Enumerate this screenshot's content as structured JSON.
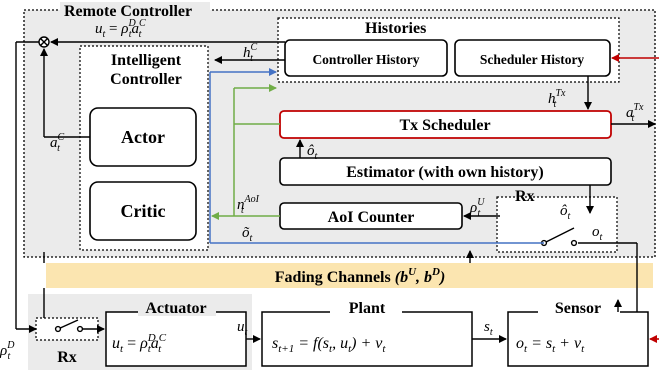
{
  "remote_controller": {
    "title": "Remote Controller"
  },
  "histories": {
    "title": "Histories",
    "controller_history": "Controller History",
    "scheduler_history": "Scheduler History"
  },
  "intelligent_controller": {
    "title_line1": "Intelligent",
    "title_line2": "Controller",
    "actor": "Actor",
    "critic": "Critic"
  },
  "tx_scheduler": "Tx Scheduler",
  "estimator": "Estimator (with own history)",
  "aoi_counter": "AoI Counter",
  "rx_top": "Rx",
  "rx_bottom": "Rx",
  "fading": {
    "label": "Fading Channels",
    "args": "(b",
    "sup_u": "U",
    "sep": ", b",
    "sup_d": "D",
    "close": ")"
  },
  "actuator": {
    "title": "Actuator"
  },
  "plant": {
    "title": "Plant"
  },
  "sensor": {
    "title": "Sensor"
  },
  "signals": {
    "t": "t",
    "u": "u",
    "rho": "ρ",
    "a": "a",
    "h": "h",
    "n": "n",
    "o": "o",
    "o_hat": "ô",
    "o_tilde": "õ",
    "s": "s",
    "nu": "ν",
    "eq": " = ",
    "sup_D": "D",
    "sup_C": "C",
    "sup_U": "U",
    "sup_Tx": "Tx",
    "sup_AoI": "AoI"
  },
  "equations": {
    "plant_lhs": "s",
    "plant_sub": "t+1",
    "plant_mid": " = f(s",
    "plant_sub2": "t",
    "plant_mid2": ", u",
    "plant_sub3": "t",
    "plant_end": ") + ν",
    "plant_sub4": "t",
    "sensor_lhs": "o",
    "sensor_sub": "t",
    "sensor_mid": " = s",
    "sensor_sub2": "t",
    "sensor_end": " + ν",
    "sensor_sub3": "t"
  },
  "colors": {
    "red": "#c00000",
    "blue": "#4472c4",
    "green": "#70ad47",
    "gray_bg": "#ebebeb",
    "fading_bg": "#fbe5b0"
  }
}
